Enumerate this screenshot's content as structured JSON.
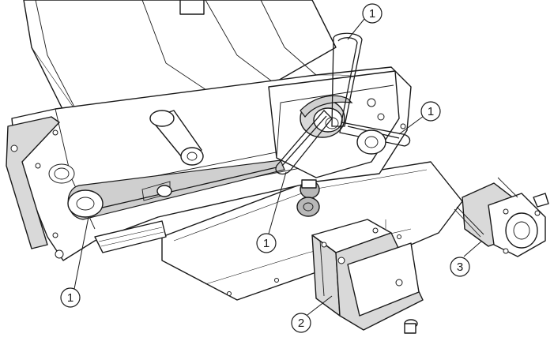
{
  "callouts": [
    {
      "label": "1"
    },
    {
      "label": "1"
    },
    {
      "label": "1"
    },
    {
      "label": "1"
    },
    {
      "label": "2"
    },
    {
      "label": "3"
    }
  ]
}
